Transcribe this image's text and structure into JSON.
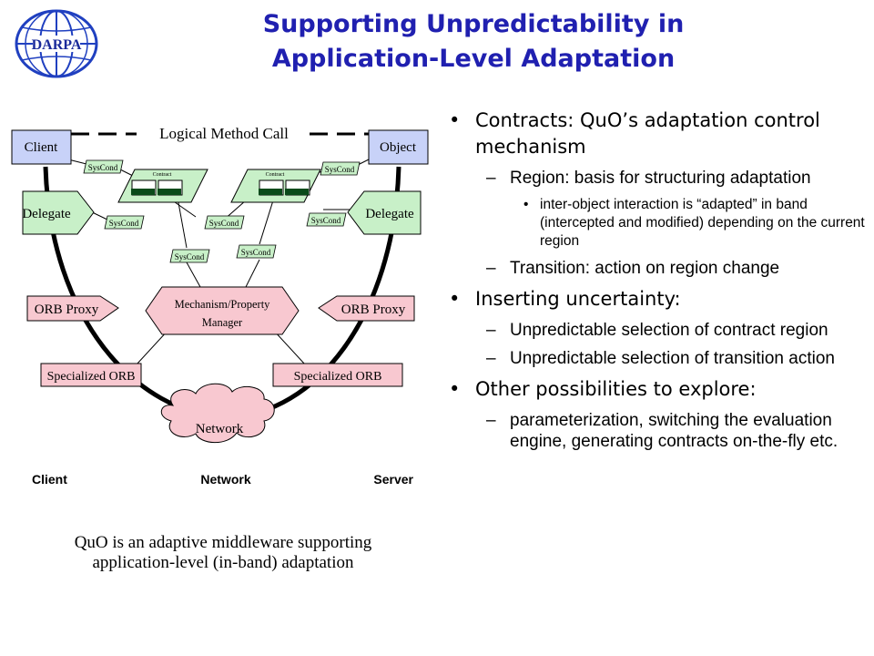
{
  "logo": {
    "text": "DARPA"
  },
  "title": {
    "line1": "Supporting Unpredictability in",
    "line2": "Application-Level Adaptation"
  },
  "diagram": {
    "logical_call": "Logical  Method Call",
    "client": "Client",
    "object": "Object",
    "delegate_left": "Delegate",
    "delegate_right": "Delegate",
    "contract": "Contract",
    "syscond": "SysCond",
    "mechanism_line1": "Mechanism/Property",
    "mechanism_line2": "Manager",
    "orb_proxy_left": "ORB Proxy",
    "orb_proxy_right": "ORB Proxy",
    "specialized_orb_left": "Specialized ORB",
    "specialized_orb_right": "Specialized ORB",
    "network": "Network",
    "footer_client": "Client",
    "footer_network": "Network",
    "footer_server": "Server"
  },
  "caption": {
    "line1": "QuO is an adaptive middleware supporting",
    "line2": "application-level (in-band) adaptation"
  },
  "bullets": {
    "contracts": "Contracts: QuO’s adaptation control mechanism",
    "region": "Region: basis for structuring adaptation",
    "inter_object": "inter-object interaction  is “adapted” in band (intercepted and modified) depending on the current region",
    "transition": "Transition: action on region change",
    "inserting": "Inserting uncertainty:",
    "unpredictable_region": "Unpredictable selection of contract region",
    "unpredictable_transition": "Unpredictable selection of transition action",
    "other": "Other possibilities to explore:",
    "parameterization": "parameterization, switching the evaluation engine, generating contracts on-the-fly etc."
  },
  "colors": {
    "title": "#2020b0",
    "client_box": "#c8d2f8",
    "delegate": "#c8f0c8",
    "contract": "#c8f0c8",
    "orb": "#f8c8d0",
    "network_cloud": "#f8c8d0",
    "syscond": "#c8f0c8"
  }
}
